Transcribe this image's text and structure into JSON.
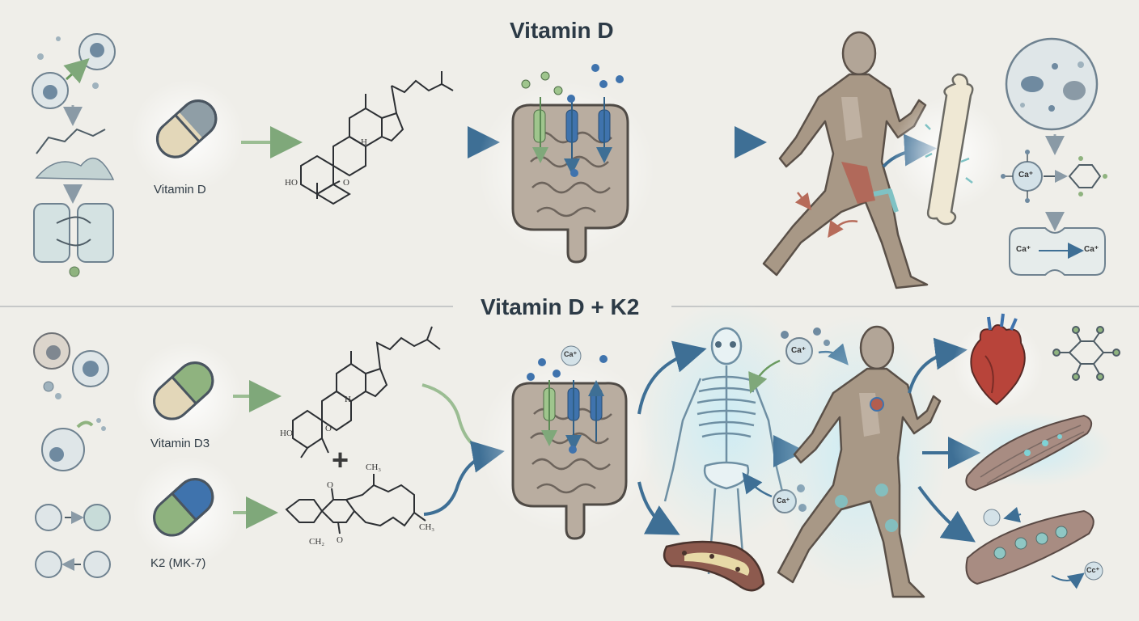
{
  "titles": {
    "top": "Vitamin D",
    "bottom": "Vitamin D + K2"
  },
  "labels": {
    "vitamin_d": "Vitamin D",
    "vitamin_d3": "Vitamin D3",
    "k2": "K2 (MK-7)",
    "plus": "+"
  },
  "chem": {
    "ho_top": "HO",
    "o_top": "O",
    "h_top": "H",
    "ho_bottom": "HO",
    "o_bottom": "O",
    "h_bottom": "H",
    "k2_o1": "O",
    "k2_o2": "O",
    "k2_ch3_a": "CH₃",
    "k2_ch3_b": "CH₃",
    "k2_ch2": "CH₂",
    "ca_1": "Ca⁺",
    "ca_2": "Ca⁺",
    "ca_3": "Ca⁺",
    "ca_4": "Ca⁺",
    "ca_5": "Ca⁺",
    "ca_6": "Ca⁺",
    "ca_7": "Cc⁺"
  },
  "colors": {
    "background": "#efeee9",
    "arrow_green": "#7fa87a",
    "arrow_blue": "#3e6f95",
    "capsule_gray": "#8f9ea6",
    "capsule_cream": "#e3d7b9",
    "capsule_green": "#8fb37f",
    "capsule_blue": "#3f73ad",
    "tissue": "#b9ada0",
    "muscle": "#a89886",
    "skeleton_glow": "#bfe3ef"
  }
}
